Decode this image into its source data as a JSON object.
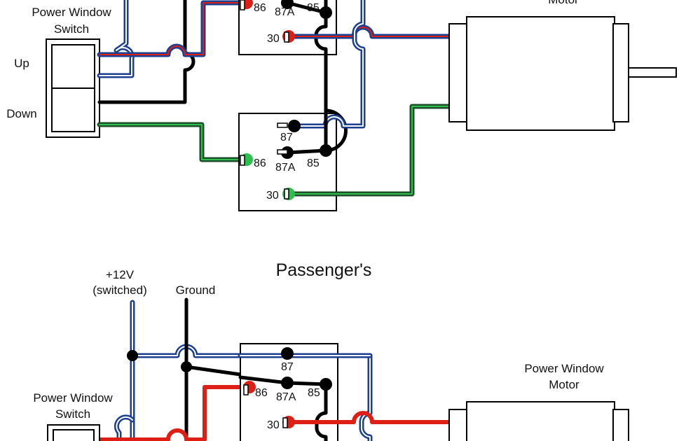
{
  "driver_section": {
    "switch_label_line1": "Power Window",
    "switch_label_line2": "Switch",
    "up_label": "Up",
    "down_label": "Down",
    "motor_label": "Motor",
    "relay_top": {
      "pin_86": "86",
      "pin_87a": "87A",
      "pin_85": "85",
      "pin_30": "30"
    },
    "relay_bottom": {
      "pin_87": "87",
      "pin_86": "86",
      "pin_87a": "87A",
      "pin_85": "85",
      "pin_30": "30"
    }
  },
  "passenger_section": {
    "title": "Passenger's",
    "power_label_line1": "+12V",
    "power_label_line2": "(switched)",
    "ground_label": "Ground",
    "switch_label_line1": "Power Window",
    "switch_label_line2": "Switch",
    "motor_label_line1": "Power Window",
    "motor_label_line2": "Motor",
    "relay": {
      "pin_87": "87",
      "pin_86": "86",
      "pin_87a": "87A",
      "pin_85": "85",
      "pin_30": "30"
    }
  },
  "colors": {
    "wire_positive": "#dd1f16",
    "wire_ground": "#000000",
    "wire_blue": "#1d3f8f",
    "wire_green": "#1f9b3c",
    "pin_red": "#dd1f16",
    "pin_green": "#1f9b3c",
    "pin_black": "#000000"
  }
}
